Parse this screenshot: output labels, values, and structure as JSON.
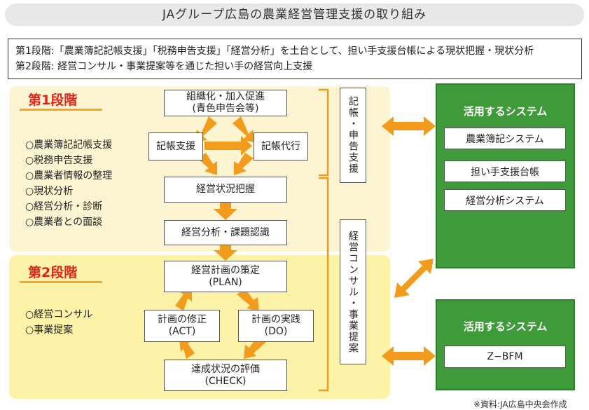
{
  "title": "JAグループ広島の農業経営管理支援の取り組み",
  "notes": [
    "第1段階:「農業簿記記帳支援」「税務申告支援」「経営分析」を土台として、担い手支援台帳による現状把握・現状分析",
    "第2段階: 経営コンサル・事業提案等を通じた担い手の経営向上支援"
  ],
  "stage1": {
    "title": "第1段階",
    "items": [
      "○農業簿記記帳支援",
      "○税務申告支援",
      "○農業者情報の整理",
      "○現状分析",
      "○経営分析・診断",
      "○農業者との面談"
    ]
  },
  "stage2": {
    "title": "第2段階",
    "items": [
      "○経営コンサル",
      "○事業提案"
    ]
  },
  "flow": {
    "organize": [
      "組織化・加入促進",
      "(青色申告会等)"
    ],
    "kicho_support": "記帳支援",
    "kicho_daiko": "記帳代行",
    "status": "経営状況把握",
    "analysis": "経営分析・課題認識",
    "plan": [
      "経営計画の策定",
      "(PLAN)"
    ],
    "act": [
      "計画の修正",
      "(ACT)"
    ],
    "do": [
      "計画の実践",
      "(DO)"
    ],
    "check": [
      "達成状況の評価",
      "(CHECK)"
    ]
  },
  "side_labels": {
    "upper": "記帳・申告支援",
    "lower": "経営コンサル・事業提案"
  },
  "systems_top": {
    "title": "活用するシステム",
    "items": [
      "農業簿記システム",
      "担い手支援台帳",
      "経営分析システム"
    ]
  },
  "systems_bottom": {
    "title": "活用するシステム",
    "items": [
      "Z−BFM"
    ]
  },
  "source": "※資料:JA広島中央会作成",
  "colors": {
    "arrow": "#f39b1c",
    "stage_red": "#e2231a",
    "green": "#3f9b3a",
    "stage1_bg": "#fdf4d2",
    "stage2_bg": "#fcf2a8"
  }
}
